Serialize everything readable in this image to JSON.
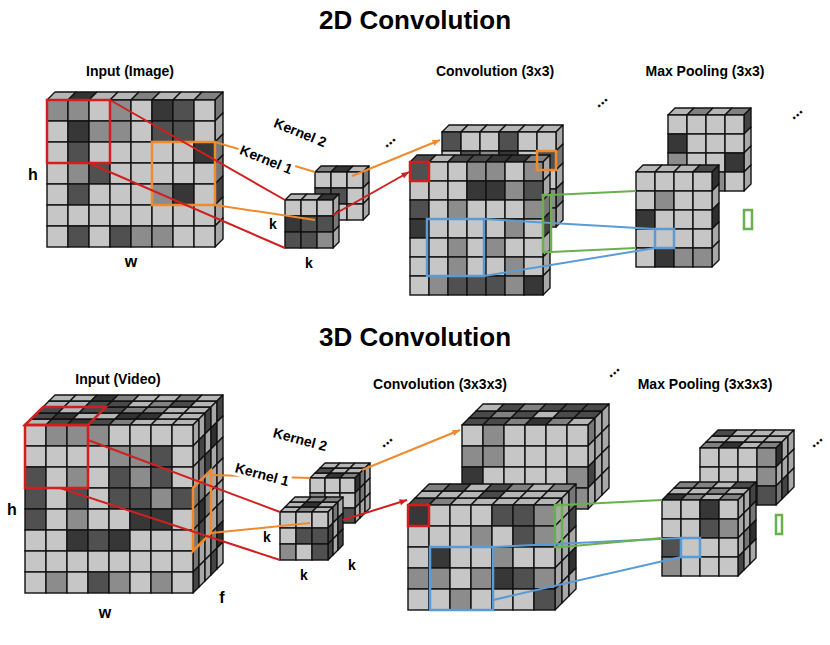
{
  "diagram": {
    "labels": [
      "2D Convolution",
      "Input (Image)",
      "Convolution (3x3)",
      "Max Pooling (3x3)",
      "Kernel 2",
      "Kernel 1",
      "h",
      "w",
      "k",
      "k",
      "...",
      "...",
      "...",
      "3D Convolution",
      "Input (Video)",
      "Convolution (3x3x3)",
      "Max Pooling (3x3x3)",
      "Kernel 2",
      "Kernel 1",
      "h",
      "w",
      "f",
      "k",
      "k",
      "k",
      "...",
      "...",
      "..."
    ]
  }
}
